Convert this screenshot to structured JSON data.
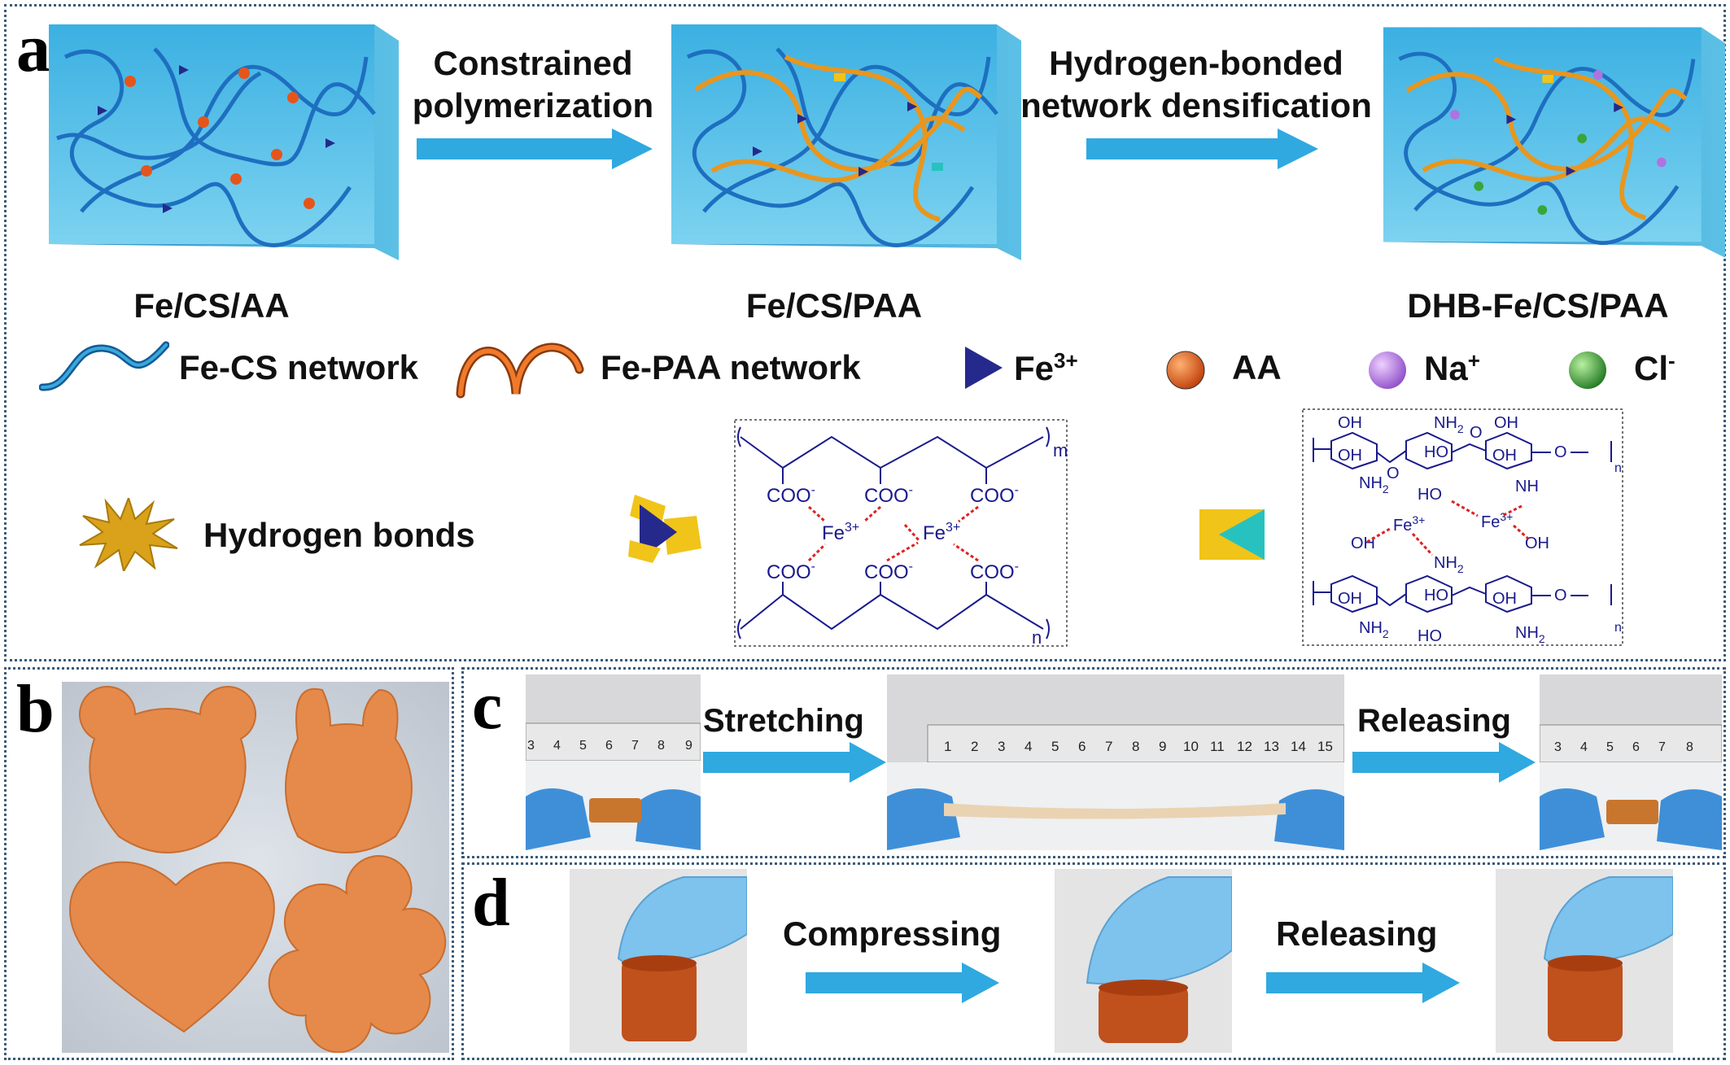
{
  "panels": {
    "a": {
      "label": "a",
      "step1": [
        "Constrained",
        "polymerization"
      ],
      "step2": [
        "Hydrogen-bonded",
        "network densification"
      ],
      "stage_labels": [
        "Fe/CS/AA",
        "Fe/CS/PAA",
        "DHB-Fe/CS/PAA"
      ],
      "legend": {
        "fe_cs": "Fe-CS network",
        "fe_paa": "Fe-PAA network",
        "fe": "Fe",
        "fe_sup": "3+",
        "aa": "AA",
        "na": "Na",
        "na_sup": "+",
        "cl": "Cl",
        "cl_sup": "-",
        "hbond": "Hydrogen bonds"
      },
      "paa_structure": {
        "coo": "COO",
        "coo_sup": "-",
        "fe": "Fe",
        "fe_sup": "3+",
        "m": "m",
        "n": "n"
      },
      "cs_structure": {
        "oh": "OH",
        "ho": "HO",
        "nh2": "NH",
        "sub2": "2",
        "o": "O",
        "n": "n",
        "fe": "Fe",
        "fe_sup": "3+"
      }
    },
    "b": {
      "label": "b"
    },
    "c": {
      "label": "c",
      "step1": "Stretching",
      "step2": "Releasing",
      "ruler_ticks_short": [
        "3",
        "4",
        "5",
        "6",
        "7",
        "8",
        "9"
      ],
      "ruler_ticks_long": [
        "1",
        "2",
        "3",
        "4",
        "5",
        "6",
        "7",
        "8",
        "9",
        "10",
        "11",
        "12",
        "13",
        "14",
        "15"
      ],
      "ruler_ticks_end": [
        "3",
        "4",
        "5",
        "6",
        "7",
        "8"
      ]
    },
    "d": {
      "label": "d",
      "step1": "Compressing",
      "step2": "Releasing"
    }
  },
  "colors": {
    "water": "#3aa8d8",
    "arrow": "#2fa9e0",
    "cs_chain": "#1e6fc0",
    "paa_chain": "#e8961e",
    "fe": "#25298c",
    "aa": "#e5551b",
    "na": "#b072e0",
    "cl": "#3aa53a",
    "gel": "#e58a4a",
    "glove": "#6ab8ea",
    "structure": "#1a1a8c",
    "hbond_line": "#dd2222"
  }
}
